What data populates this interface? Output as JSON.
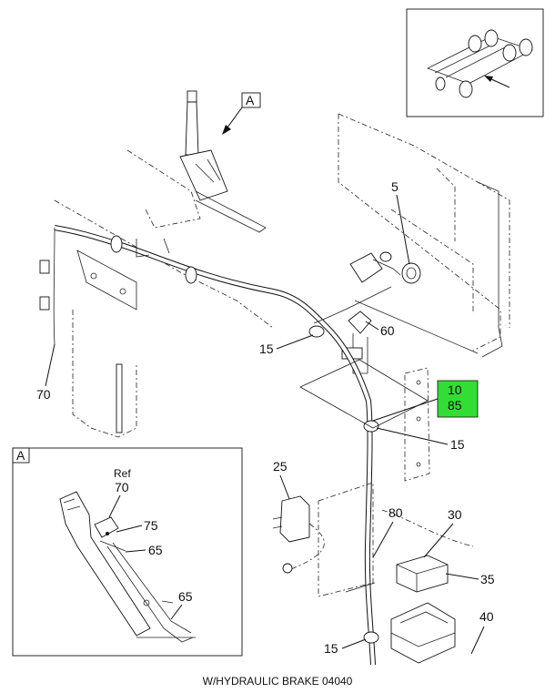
{
  "view_label": "A",
  "detail_label": "A",
  "highlight": {
    "line1": "10",
    "line2": "85",
    "color": "#33dd33"
  },
  "callouts": {
    "c5": "5",
    "c60": "60",
    "c15a": "15",
    "c15b": "15",
    "c15c": "15",
    "c70": "70",
    "c25": "25",
    "c80": "80",
    "c30": "30",
    "c35": "35",
    "c40": "40"
  },
  "detail_callouts": {
    "ref": "Ref",
    "ref70": "70",
    "c75": "75",
    "c65a": "65",
    "c65b": "65"
  },
  "caption": "W/HYDRAULIC BRAKE 04040"
}
